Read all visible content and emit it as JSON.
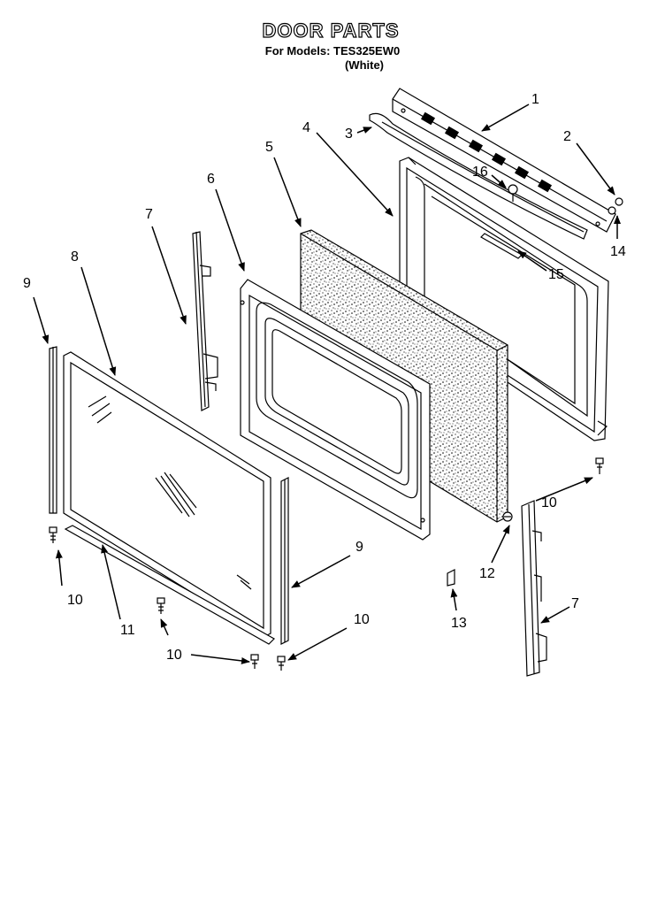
{
  "header": {
    "title": "DOOR PARTS",
    "models_line": "For Models: TES325EW0",
    "color_line": "(White)"
  },
  "callouts": {
    "c1": "1",
    "c2": "2",
    "c3": "3",
    "c4": "4",
    "c5": "5",
    "c6": "6",
    "c7a": "7",
    "c7b": "7",
    "c8": "8",
    "c9a": "9",
    "c9b": "9",
    "c10a": "10",
    "c10b": "10",
    "c10c": "10",
    "c10d": "10",
    "c11": "11",
    "c12": "12",
    "c13": "13",
    "c14": "14",
    "c15": "15",
    "c16": "16"
  }
}
